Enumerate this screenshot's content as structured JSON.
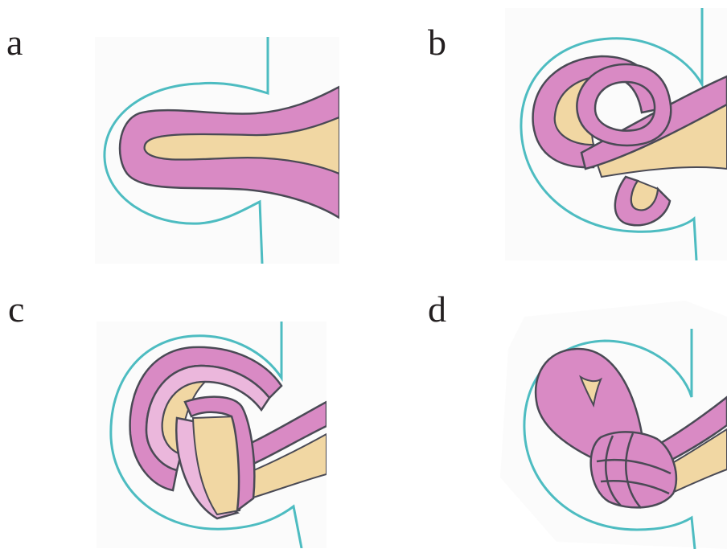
{
  "panels": [
    {
      "label": "a"
    },
    {
      "label": "b"
    },
    {
      "label": "c"
    },
    {
      "label": "d"
    }
  ],
  "colors": {
    "outline": "#4dbcc1",
    "loop_fill": "#d98ac4",
    "loop_light": "#ebb7dc",
    "core_fill": "#f1d7a3",
    "stroke": "#4a4a55",
    "paper": "#fbfbfb"
  }
}
